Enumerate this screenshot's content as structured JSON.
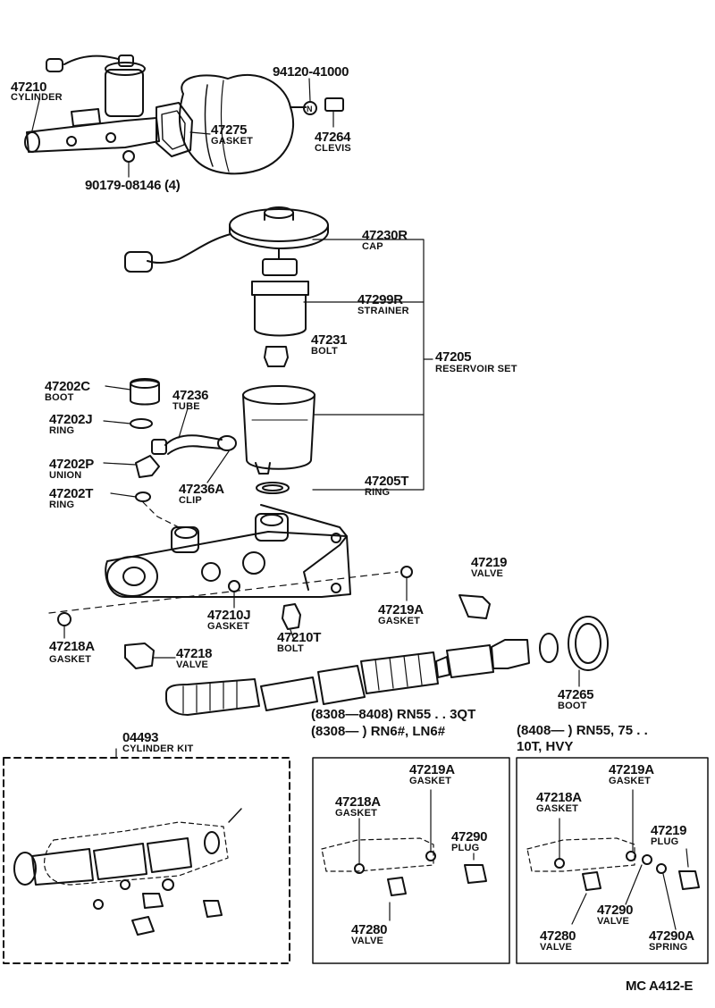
{
  "labels": {
    "p47210": {
      "number": "47210",
      "name": "CYLINDER"
    },
    "p94120": {
      "number": "94120-41000"
    },
    "p47275": {
      "number": "47275",
      "name": "GASKET"
    },
    "p47264": {
      "number": "47264",
      "name": "CLEVIS"
    },
    "p90179": {
      "number": "90179-08146 (4)"
    },
    "p47230R": {
      "number": "47230R",
      "name": "CAP"
    },
    "p47299R": {
      "number": "47299R",
      "name": "STRAINER"
    },
    "p47231": {
      "number": "47231",
      "name": "BOLT"
    },
    "p47205": {
      "number": "47205",
      "name": "RESERVOIR SET"
    },
    "p47202C": {
      "number": "47202C",
      "name": "BOOT"
    },
    "p47236": {
      "number": "47236",
      "name": "TUBE"
    },
    "p47202J": {
      "number": "47202J",
      "name": "RING"
    },
    "p47202P": {
      "number": "47202P",
      "name": "UNION"
    },
    "p47236A": {
      "number": "47236A",
      "name": "CLIP"
    },
    "p47205T": {
      "number": "47205T",
      "name": "RING"
    },
    "p47202T": {
      "number": "47202T",
      "name": "RING"
    },
    "p47219": {
      "number": "47219",
      "name": "VALVE"
    },
    "p47219A": {
      "number": "47219A",
      "name": "GASKET"
    },
    "p47210J": {
      "number": "47210J",
      "name": "GASKET"
    },
    "p47210T": {
      "number": "47210T",
      "name": "BOLT"
    },
    "p47218A": {
      "number": "47218A",
      "name": "GASKET"
    },
    "p47218": {
      "number": "47218",
      "name": "VALVE"
    },
    "p47265": {
      "number": "47265",
      "name": "BOOT"
    },
    "p04493": {
      "number": "04493",
      "name": "CYLINDER KIT"
    },
    "b1_47219A": {
      "number": "47219A",
      "name": "GASKET"
    },
    "b1_47218A": {
      "number": "47218A",
      "name": "GASKET"
    },
    "b1_47290": {
      "number": "47290",
      "name": "PLUG"
    },
    "b1_47280": {
      "number": "47280",
      "name": "VALVE"
    },
    "b2_47219A": {
      "number": "47219A",
      "name": "GASKET"
    },
    "b2_47218A": {
      "number": "47218A",
      "name": "GASKET"
    },
    "b2_47219": {
      "number": "47219",
      "name": "PLUG"
    },
    "b2_47290": {
      "number": "47290",
      "name": "VALVE"
    },
    "b2_47280": {
      "number": "47280",
      "name": "VALVE"
    },
    "b2_47290A": {
      "number": "47290A",
      "name": "SPRING"
    }
  },
  "notes": {
    "left_line1": "(8308—8408) RN55 . . 3QT",
    "left_line2": "(8308—          ) RN6#, LN6#",
    "right_line1": "(8408—          ) RN55, 75 . .",
    "right_line2": "10T, HVY"
  },
  "footer": {
    "code": "MC  A412-E"
  }
}
